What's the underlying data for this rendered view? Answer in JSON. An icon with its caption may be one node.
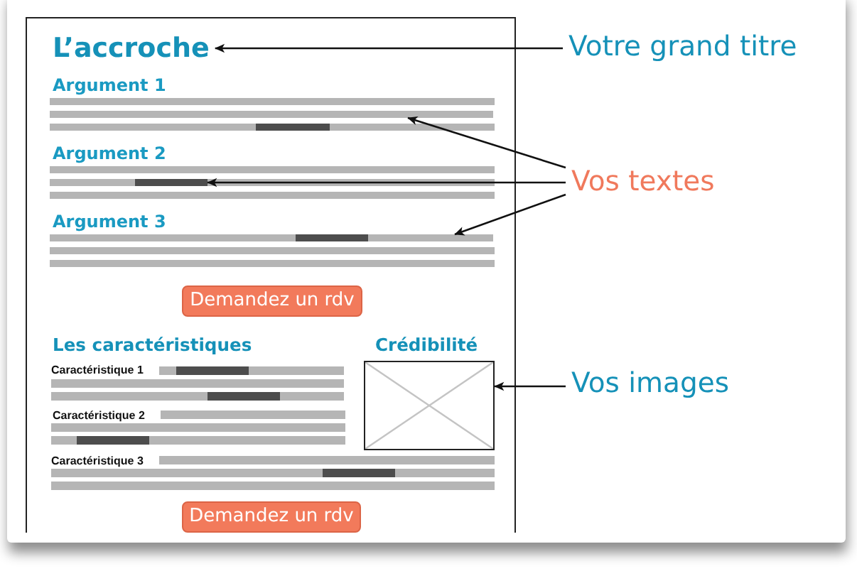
{
  "diagram": {
    "nodes": [
      {
        "text": [],
        "shape": "box"
      },
      {
        "text": [
          "L’accroche"
        ],
        "in": 0
      },
      {
        "text": [
          "Votre grand titre"
        ]
      },
      {
        "text": [],
        "shape": "bar",
        "in": 0
      },
      {
        "text": [],
        "shape": "bar",
        "in": 0
      },
      {
        "text": [
          "Vos textes"
        ]
      },
      {
        "text": [],
        "shape": "bar",
        "in": 0
      },
      {
        "text": [
          "Demandez un rdv"
        ],
        "in": 0
      },
      {
        "text": [],
        "shape": "box",
        "in": 0
      },
      {
        "text": [
          "Vos images"
        ]
      },
      {
        "text": [
          "Demandez un rdv"
        ],
        "in": 0
      }
    ],
    "edges": [
      {
        "from": 2,
        "to": 1,
        "arrow": "to"
      },
      {
        "from": 5,
        "to": 3,
        "arrow": "to"
      },
      {
        "from": 5,
        "to": 4,
        "arrow": "to"
      },
      {
        "from": 5,
        "to": 6,
        "arrow": "to"
      },
      {
        "from": 9,
        "to": 8,
        "arrow": "to"
      }
    ],
    "labels": [
      "Argument 1",
      "Argument 2",
      "Argument 3",
      "Les caractéristiques",
      "Crédibilité",
      "Caractéristique 1",
      "Caractéristique 2",
      "Caractéristique 3"
    ]
  }
}
